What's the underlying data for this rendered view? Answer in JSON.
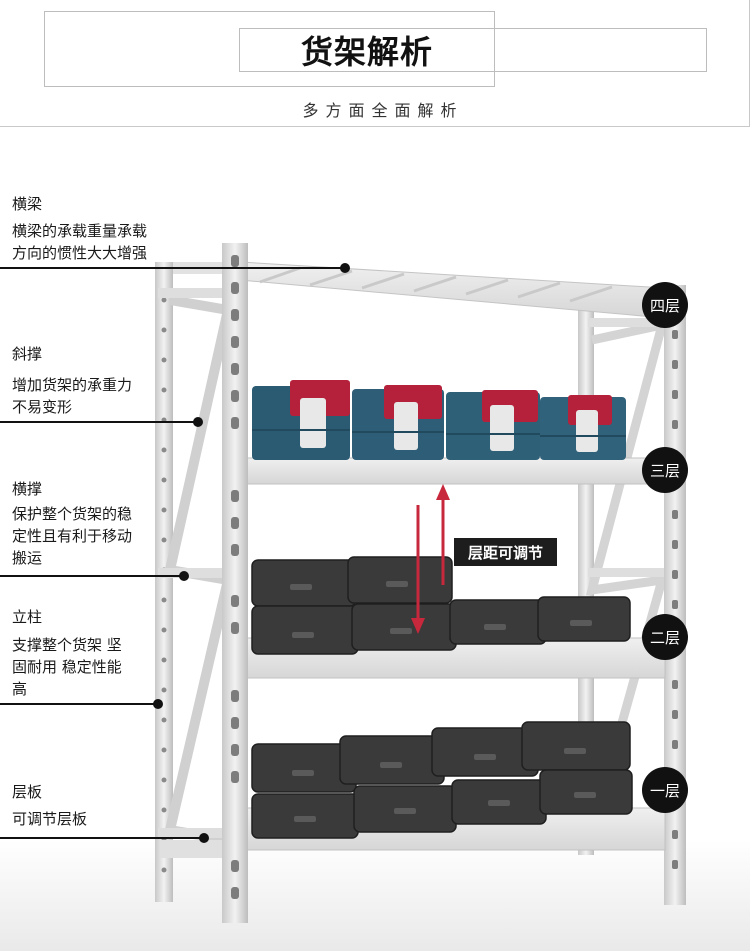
{
  "header": {
    "title": "货架解析",
    "subtitle": "多方面全面解析"
  },
  "annotations": [
    {
      "title": "横梁",
      "desc": "横梁的承载重量承载\n方向的惯性大大增强"
    },
    {
      "title": "斜撑",
      "desc": "增加货架的承重力\n不易变形"
    },
    {
      "title": "横撑",
      "desc": "保护整个货架的稳\n定性且有利于移动\n搬运"
    },
    {
      "title": "立柱",
      "desc": "支撑整个货架 坚\n固耐用 稳定性能\n高"
    },
    {
      "title": "层板",
      "desc": "可调节层板"
    }
  ],
  "levels": [
    "四层",
    "三层",
    "二层",
    "一层"
  ],
  "adjust_label": "层距可调节",
  "colors": {
    "frame": "#dcdcdc",
    "shelf": "#e4e4e4",
    "case_blue": "#2b5a73",
    "case_red": "#b5213a",
    "case_black": "#333333",
    "arrow": "#c8283c"
  }
}
